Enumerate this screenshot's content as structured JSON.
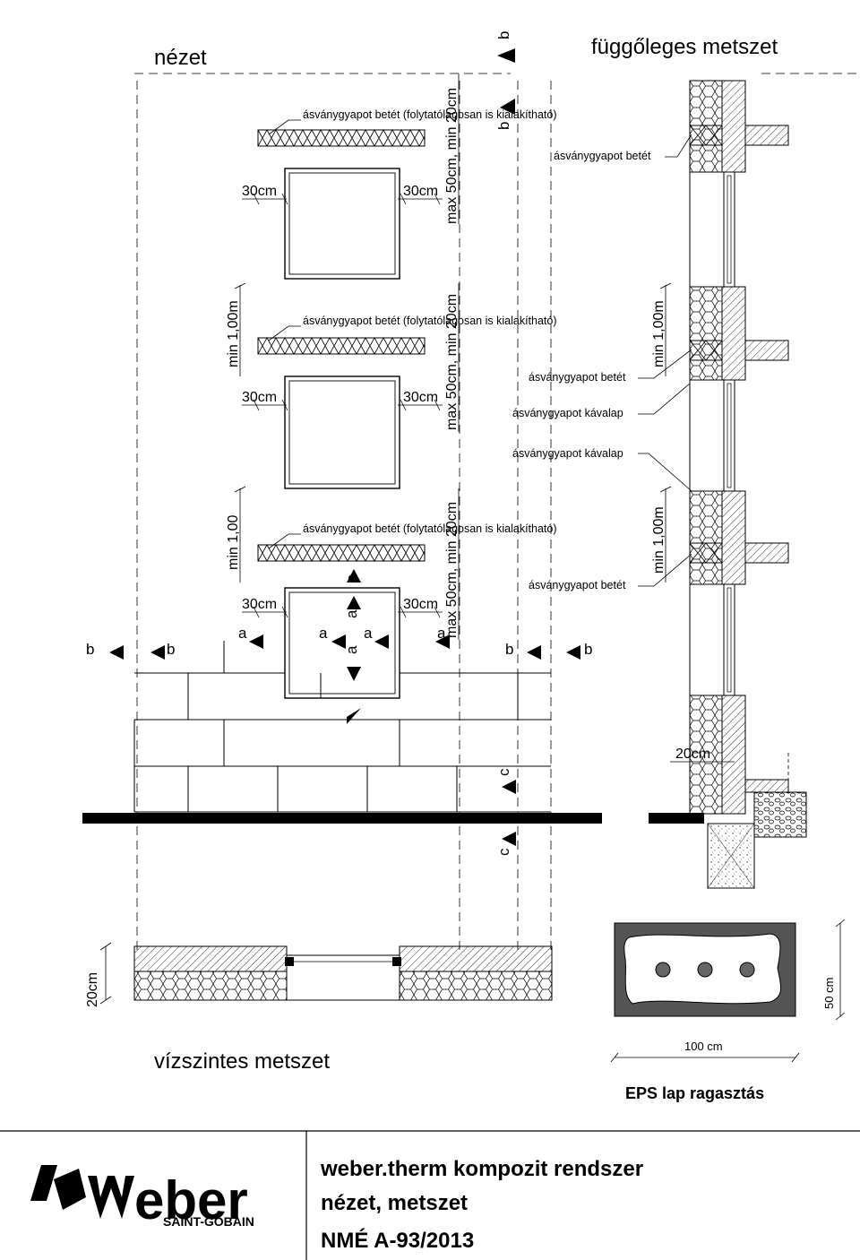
{
  "headings": {
    "view": "nézet",
    "vertical_section": "függőleges metszet",
    "horizontal_section": "vízszintes metszet",
    "eps_title": "EPS lap ragasztás"
  },
  "labels": {
    "insert_continuous": "ásványgyapot betét (folytatólagosan is kialakítható)",
    "insert": "ásványgyapot betét",
    "lintel": "ásványgyapot kávalap"
  },
  "dimensions": {
    "d30": "30cm",
    "max50min20": "max 50cm, min 20cm",
    "min100m": "min 1,00m",
    "min100": "min 1,00",
    "d20": "20cm",
    "d50": "50 cm",
    "d100": "100 cm"
  },
  "section_marks": {
    "a": "a",
    "b": "b",
    "c": "c"
  },
  "title_block": {
    "logo_word": "weber",
    "logo_sub": "SAINT-GOBAIN",
    "line1": "weber.therm kompozit rendszer",
    "line2": "nézet, metszet",
    "line3": "NMÉ A-93/2013"
  },
  "colors": {
    "ink": "#000000",
    "paper": "#ffffff",
    "hatch": "#555555"
  }
}
